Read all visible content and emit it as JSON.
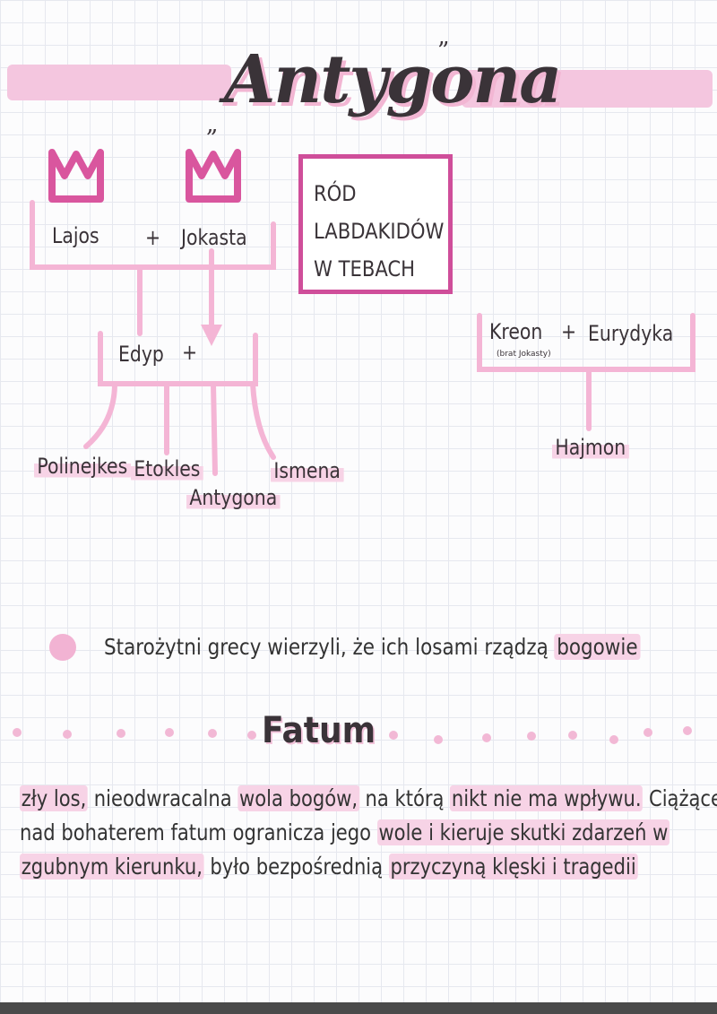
{
  "title": {
    "text": "Antygona",
    "open_quote": "„",
    "close_quote": "”"
  },
  "box": {
    "lines": [
      "RÓD",
      "LABDAKIDÓW",
      "W TEBACH"
    ]
  },
  "family_tree": {
    "lajos": "Lajos",
    "plus1": "+",
    "jokasta": "Jokasta",
    "edyp": "Edyp",
    "plus2": "+",
    "children": {
      "polinejkes": "Polinejkes",
      "etokles": "Etokles",
      "antygona": "Antygona",
      "ismena": "Ismena"
    },
    "kreon": "Kreon",
    "kreon_note": "(brat Jokasty)",
    "plus3": "+",
    "eurydyka": "Eurydyka",
    "hajmon": "Hajmon"
  },
  "belief": {
    "text_before": "Starożytni grecy wierzyli, że ich losami rządzą ",
    "text_highlight": "bogowie"
  },
  "fatum": {
    "heading": "Fatum"
  },
  "definition": {
    "l1_a": "zły los,",
    "l1_b": " nieodwracalna ",
    "l1_c": "wola bogów,",
    "l1_d": " na którą ",
    "l1_e": "nikt nie ma wpływu.",
    "l1_f": " Ciążące",
    "l2_a": "nad bohaterem fatum ogranicza jego ",
    "l2_b": "wole i kieruje skutki zdarzeń w",
    "l3_a": "zgubnym kierunku,",
    "l3_b": " było bezpośrednią ",
    "l3_c": "przyczyną klęski i tragedii"
  },
  "colors": {
    "accent_pink": "#f4b5d5",
    "box_border": "#cf4e9a",
    "crown": "#d9569e",
    "ink": "#3a3338"
  }
}
